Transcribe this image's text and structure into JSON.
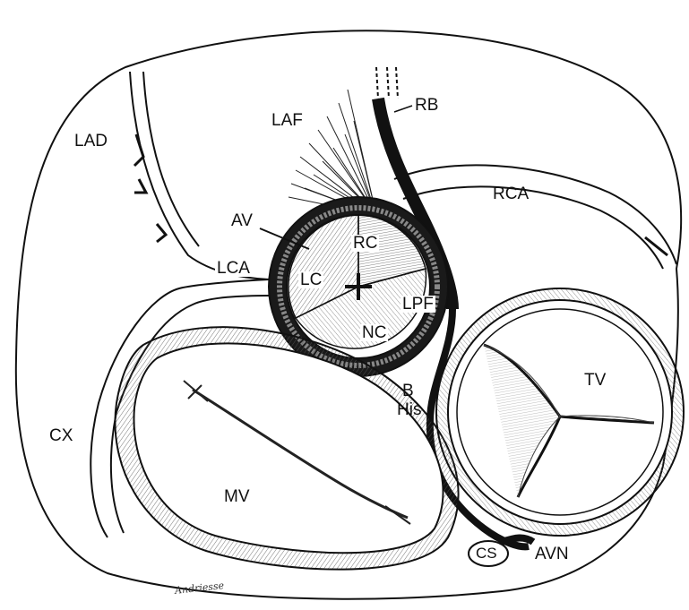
{
  "figure": {
    "labels": {
      "lad": "LAD",
      "laf": "LAF",
      "rb": "RB",
      "rca": "RCA",
      "av": "AV",
      "rc": "RC",
      "lca": "LCA",
      "lc": "LC",
      "lpf": "LPF",
      "nc": "NC",
      "b": "B",
      "his": "His",
      "tv": "TV",
      "cx": "CX",
      "mv": "MV",
      "cs": "CS",
      "avn": "AVN"
    },
    "signature": "Andriesse"
  }
}
